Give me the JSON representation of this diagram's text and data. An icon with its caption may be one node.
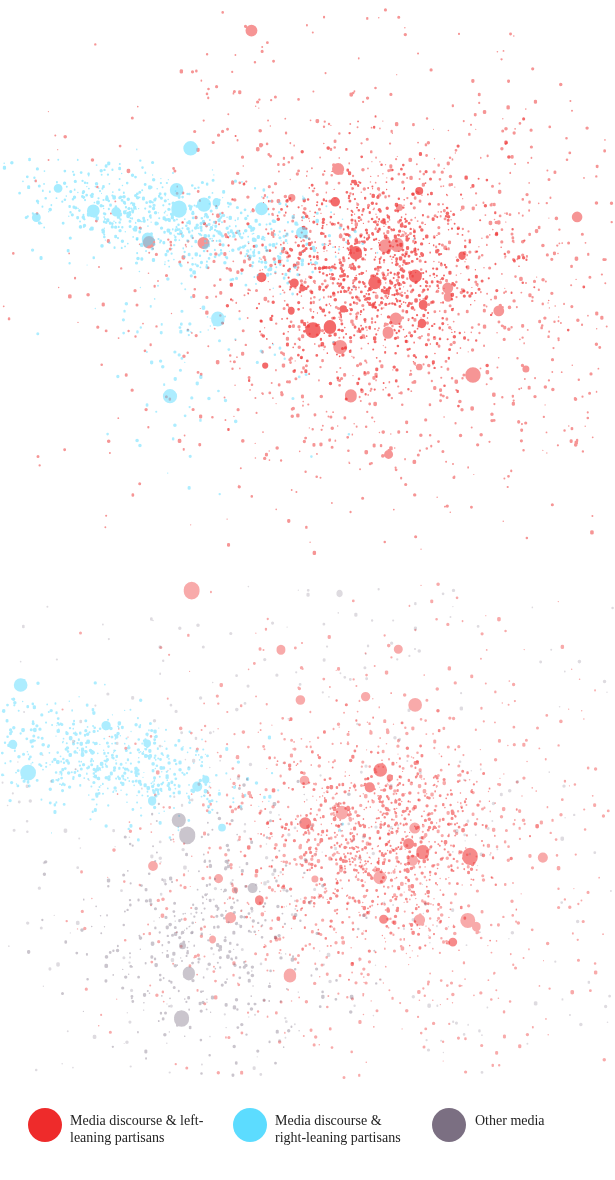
{
  "diagram": {
    "legend": [
      {
        "text": "Media discourse & left-leaning partisans",
        "color": "#ee2b2b"
      },
      {
        "text": "Media discourse & right-leaning partisans",
        "color": "#5cdcff"
      },
      {
        "text": "Other media",
        "color": "#7b6f82"
      }
    ]
  }
}
